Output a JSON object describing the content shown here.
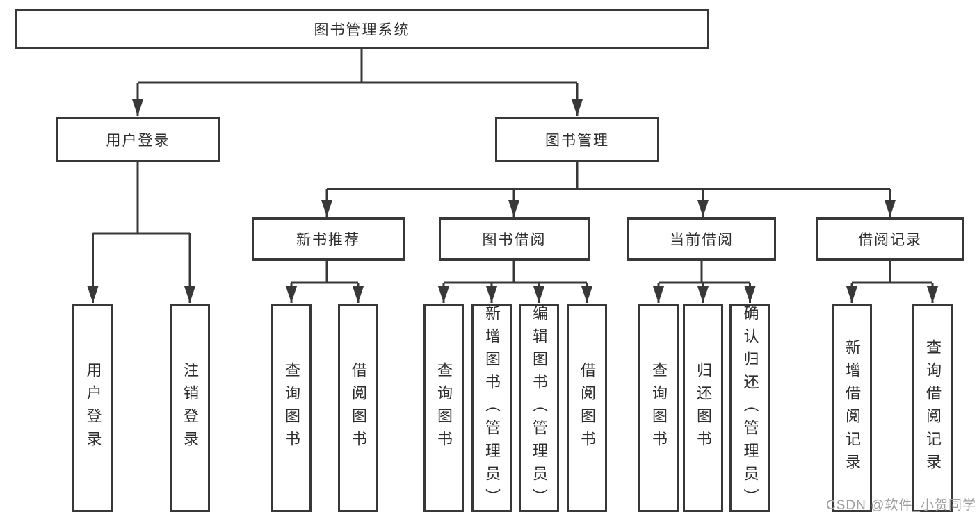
{
  "diagram": {
    "title": "图书管理系统",
    "level2": [
      {
        "label": "用户登录"
      },
      {
        "label": "图书管理"
      }
    ],
    "level3": [
      {
        "label": "新书推荐"
      },
      {
        "label": "图书借阅"
      },
      {
        "label": "当前借阅"
      },
      {
        "label": "借阅记录"
      }
    ],
    "leaves": {
      "user_login": [
        "用户登录",
        "注销登录"
      ],
      "new_book": [
        "查询图书",
        "借阅图书"
      ],
      "book_borrow": [
        "查询图书",
        "新增图书（管理员）",
        "编辑图书（管理员）",
        "借阅图书"
      ],
      "current_borrow": [
        "查询图书",
        "归还图书",
        "确认归还（管理员）"
      ],
      "borrow_records": [
        "新增借阅记录",
        "查询借阅记录"
      ]
    },
    "colors": {
      "line": "#383838",
      "text": "#2d2d2d",
      "watermark_text": "#9e9e9e"
    },
    "watermark": "CSDN @软件_小贺同学"
  }
}
